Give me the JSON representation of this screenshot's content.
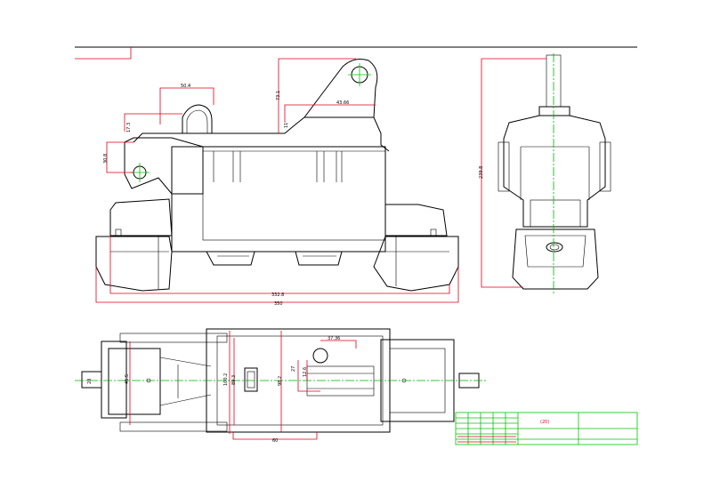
{
  "drawing": {
    "front_view": {
      "dims": {
        "top_width": "50.4",
        "top_height": "17.3",
        "left_height": "30.8",
        "hook_height": "73.1",
        "right_width": "43.66",
        "small_offset": "11",
        "overall_inner": "332.8",
        "overall": "350"
      }
    },
    "side_view": {
      "dims": {
        "height": "239.8"
      }
    },
    "top_view": {
      "dims": {
        "left_stub": "28",
        "left_height": "41.5",
        "mid_a": "100.2",
        "mid_b": "89.3",
        "mid_c": "98.2",
        "slot_w": "37.36",
        "slot_h": "27",
        "slot_off": "12.6",
        "bottom_w": "60"
      }
    },
    "title_block": {
      "mark": "(20)"
    }
  }
}
